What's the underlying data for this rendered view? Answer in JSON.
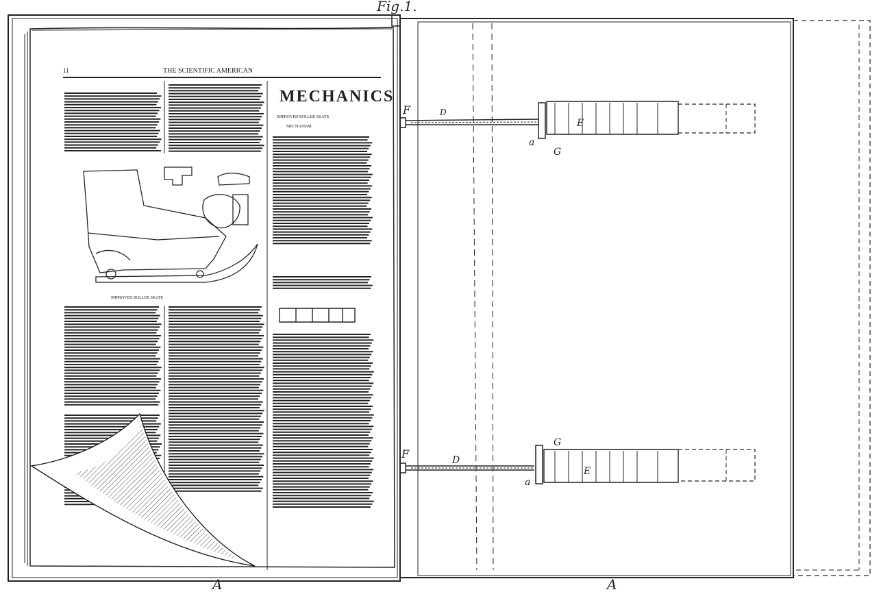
{
  "figure": {
    "title": "Fig.1.",
    "bottom_labels": [
      "A",
      "A"
    ]
  },
  "newspaper": {
    "page_number": "11",
    "masthead": "THE SCIENTIFIC AMERICAN",
    "section_heading": "MECHANICS",
    "subheading_lines": [
      "IMPROVED ROLLER SKATE",
      "MECHANISM"
    ],
    "caption": "IMPROVED ROLLER SKATE"
  },
  "part_labels": {
    "upper": {
      "F": "F",
      "D": "D",
      "a": "a",
      "G": "G",
      "E": "E"
    },
    "lower": {
      "F": "F",
      "D": "D",
      "a": "a",
      "G": "G",
      "E": "E"
    }
  },
  "colors": {
    "ink": "#222222",
    "paper": "#ffffff"
  }
}
